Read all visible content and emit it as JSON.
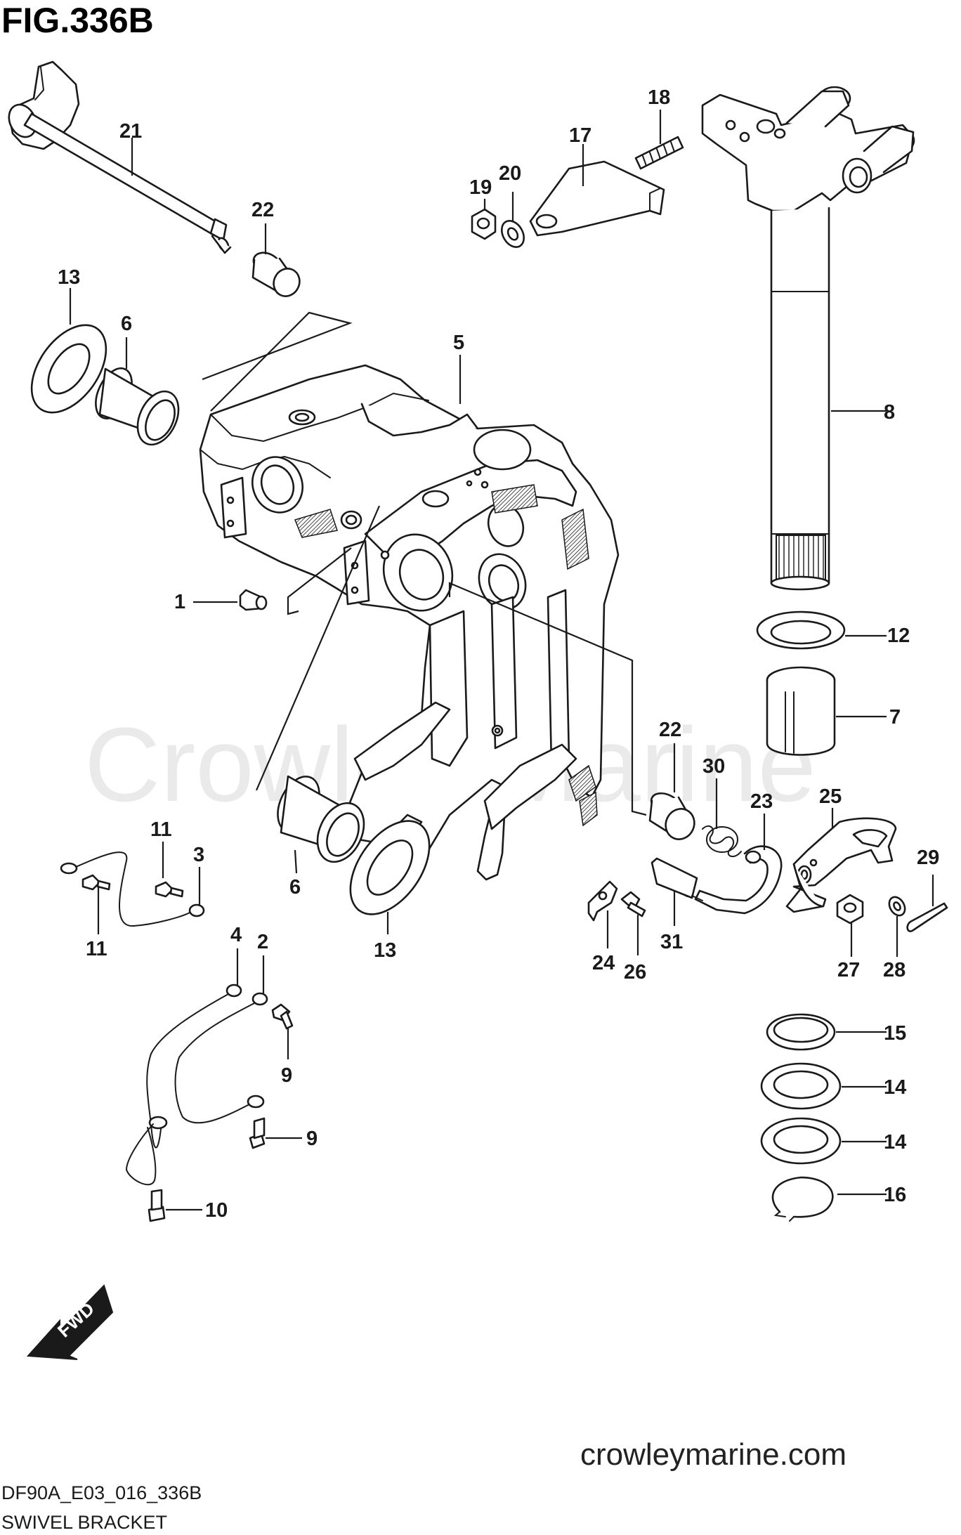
{
  "figure": {
    "title": "FIG.336B",
    "code": "DF90A_E03_016_336B",
    "name": "SWIVEL BRACKET",
    "website": "crowleymarine.com",
    "watermark": "Crowley Marine",
    "direction_label": "FWD"
  },
  "callouts": [
    {
      "id": "c1",
      "label": "1"
    },
    {
      "id": "c2",
      "label": "2"
    },
    {
      "id": "c3",
      "label": "3"
    },
    {
      "id": "c4",
      "label": "4"
    },
    {
      "id": "c5",
      "label": "5"
    },
    {
      "id": "c6a",
      "label": "6"
    },
    {
      "id": "c6b",
      "label": "6"
    },
    {
      "id": "c7",
      "label": "7"
    },
    {
      "id": "c8",
      "label": "8"
    },
    {
      "id": "c9a",
      "label": "9"
    },
    {
      "id": "c9b",
      "label": "9"
    },
    {
      "id": "c10",
      "label": "10"
    },
    {
      "id": "c11a",
      "label": "11"
    },
    {
      "id": "c11b",
      "label": "11"
    },
    {
      "id": "c12",
      "label": "12"
    },
    {
      "id": "c13a",
      "label": "13"
    },
    {
      "id": "c13b",
      "label": "13"
    },
    {
      "id": "c14a",
      "label": "14"
    },
    {
      "id": "c14b",
      "label": "14"
    },
    {
      "id": "c15",
      "label": "15"
    },
    {
      "id": "c16",
      "label": "16"
    },
    {
      "id": "c17",
      "label": "17"
    },
    {
      "id": "c18",
      "label": "18"
    },
    {
      "id": "c19",
      "label": "19"
    },
    {
      "id": "c20",
      "label": "20"
    },
    {
      "id": "c21",
      "label": "21"
    },
    {
      "id": "c22a",
      "label": "22"
    },
    {
      "id": "c22b",
      "label": "22"
    },
    {
      "id": "c23",
      "label": "23"
    },
    {
      "id": "c24",
      "label": "24"
    },
    {
      "id": "c25",
      "label": "25"
    },
    {
      "id": "c26",
      "label": "26"
    },
    {
      "id": "c27",
      "label": "27"
    },
    {
      "id": "c28",
      "label": "28"
    },
    {
      "id": "c29",
      "label": "29"
    },
    {
      "id": "c30",
      "label": "30"
    },
    {
      "id": "c31",
      "label": "31"
    }
  ]
}
